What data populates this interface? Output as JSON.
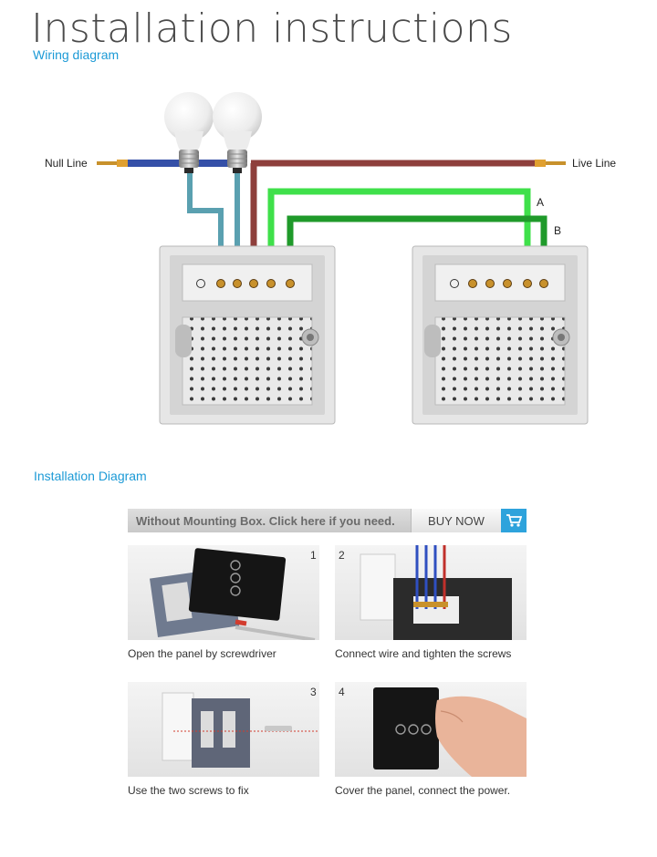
{
  "header": {
    "title": "Installation instructions",
    "subtitle": "Wiring diagram"
  },
  "wiring_diagram": {
    "null_line_label": "Null Line",
    "live_line_label": "Live Line",
    "wire_a_label": "A",
    "wire_b_label": "B",
    "colors": {
      "null_wire": "#3550a8",
      "live_wire": "#8e3f3c",
      "lamp_wire": "#5aa0b0",
      "traveler_a": "#3fe04a",
      "traveler_b": "#1f9a2a",
      "copper": "#c8912c"
    }
  },
  "installation": {
    "section_title": "Installation Diagram",
    "banner_text": "Without Mounting Box. Click here if you need.",
    "buy_label": "BUY NOW",
    "steps": [
      {
        "number": "1",
        "caption": "Open the panel by screwdriver"
      },
      {
        "number": "2",
        "caption": "Connect wire and tighten the screws"
      },
      {
        "number": "3",
        "caption": "Use the two screws to fix"
      },
      {
        "number": "4",
        "caption": "Cover the panel, connect the power."
      }
    ]
  }
}
